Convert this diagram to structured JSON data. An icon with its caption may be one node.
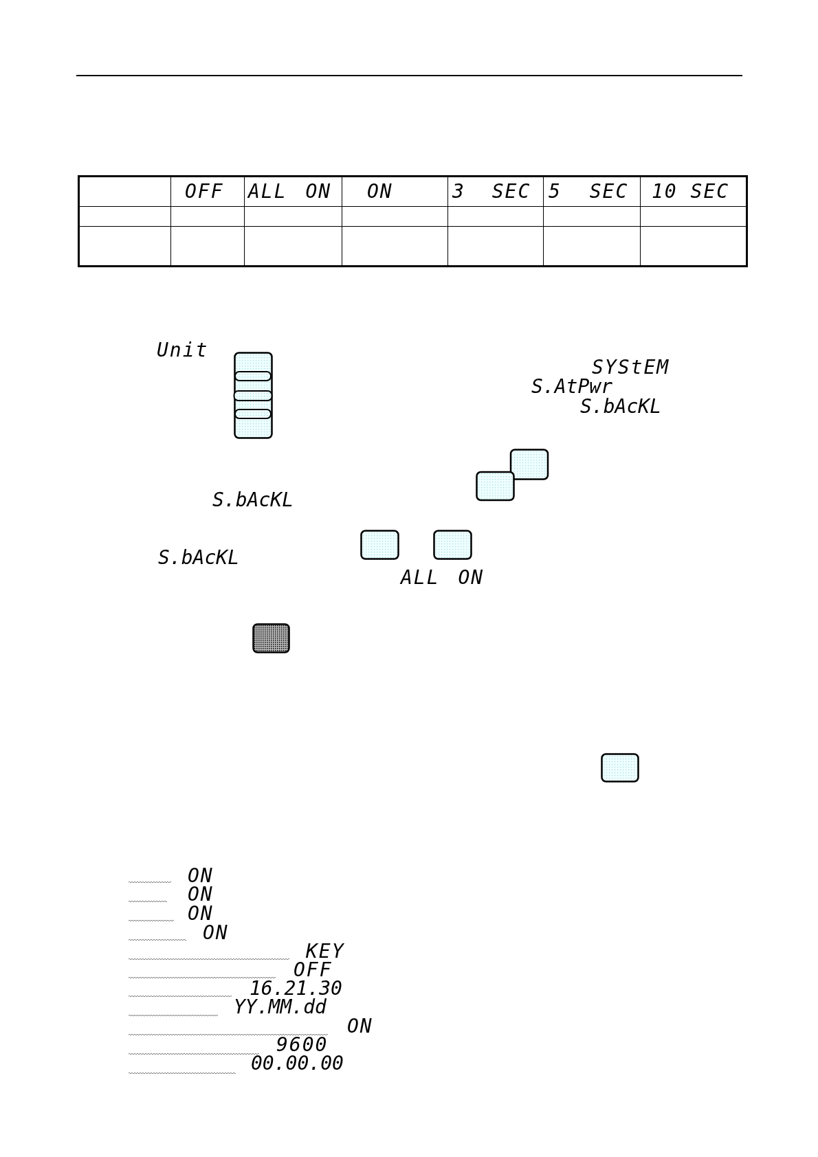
{
  "diagram": {
    "labels": [
      "OFF",
      "ALL ON",
      "ON",
      "3 SEC",
      "5 SEC",
      "10 SEC",
      "Unit",
      "SYStEM",
      "S.AtPwr",
      "S.bAcKL",
      "S.bAcKL",
      "S.bAcKL",
      "ALL ON",
      "ON",
      "ON",
      "ON",
      "ON",
      "KEY",
      "OFF",
      "16.21.30",
      "YY.MM.dd",
      "ON",
      "9600",
      "00.00.00"
    ]
  }
}
